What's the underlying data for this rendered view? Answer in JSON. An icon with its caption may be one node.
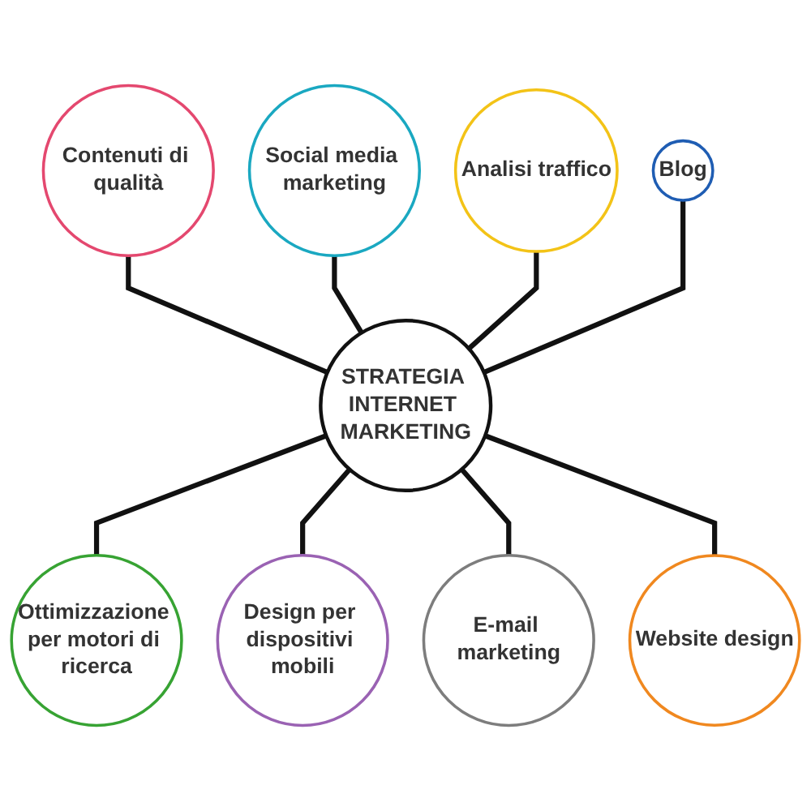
{
  "diagram": {
    "nodes": [
      {
        "text": [
          "STRATEGIA INTERNET MARKETING"
        ]
      },
      {
        "text": [
          "Contenuti di qualità"
        ]
      },
      {
        "text": [
          "Social media marketing"
        ]
      },
      {
        "text": [
          "Analisi traffico"
        ]
      },
      {
        "text": [
          "Ottimizzazione per motori di ricerca"
        ]
      },
      {
        "text": [
          "Design per dispositivi mobili"
        ]
      },
      {
        "text": [
          "E-mail marketing"
        ]
      },
      {
        "text": [
          "Website design"
        ]
      },
      {
        "text": [
          "Blog"
        ]
      }
    ],
    "edges": [
      {
        "from": 0,
        "to": 1,
        "arrow": "none"
      },
      {
        "from": 0,
        "to": 2,
        "arrow": "none"
      },
      {
        "from": 0,
        "to": 3,
        "arrow": "none"
      },
      {
        "from": 0,
        "to": 4,
        "arrow": "none"
      },
      {
        "from": 0,
        "to": 5,
        "arrow": "none"
      },
      {
        "from": 0,
        "to": 6,
        "arrow": "none"
      },
      {
        "from": 0,
        "to": 7,
        "arrow": "none"
      },
      {
        "from": 0,
        "to": 8,
        "arrow": "none"
      }
    ]
  }
}
